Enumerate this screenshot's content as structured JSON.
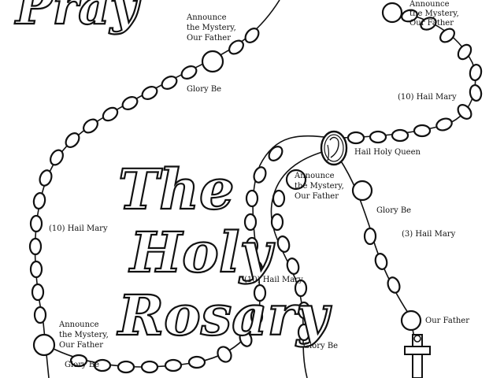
{
  "title": {
    "line_top": "Pray",
    "line1": "The",
    "line2": "Holy",
    "line3": "Rosary"
  },
  "labels": {
    "announce_top_left": [
      "Announce",
      "the Mystery,",
      "Our Father"
    ],
    "announce_top_right": [
      "Announce",
      "the Mystery,",
      "Our Father"
    ],
    "glory_be_top": "Glory Be",
    "hail_mary_right": "(10) Hail Mary",
    "hail_holy_queen": "Hail Holy Queen",
    "announce_center": [
      "Announce",
      "the Mystery,",
      "Our Father"
    ],
    "glory_be_center": "Glory Be",
    "hail_mary_three": "(3) Hail Mary",
    "hail_mary_left": "(10) Hail Mary",
    "hail_mary_middle": "(10) Hail Mary",
    "announce_bottom_left": [
      "Announce",
      "the Mystery,",
      "Our Father"
    ],
    "glory_be_bottom_left": "Glory Be",
    "glory_be_bottom_mid": "Glory Be",
    "our_father_bottom": "Our Father"
  },
  "colors": {
    "ink": "#111111",
    "paper": "#ffffff"
  },
  "icons": {
    "medal": "mary-medal-icon",
    "crucifix": "crucifix-icon"
  }
}
